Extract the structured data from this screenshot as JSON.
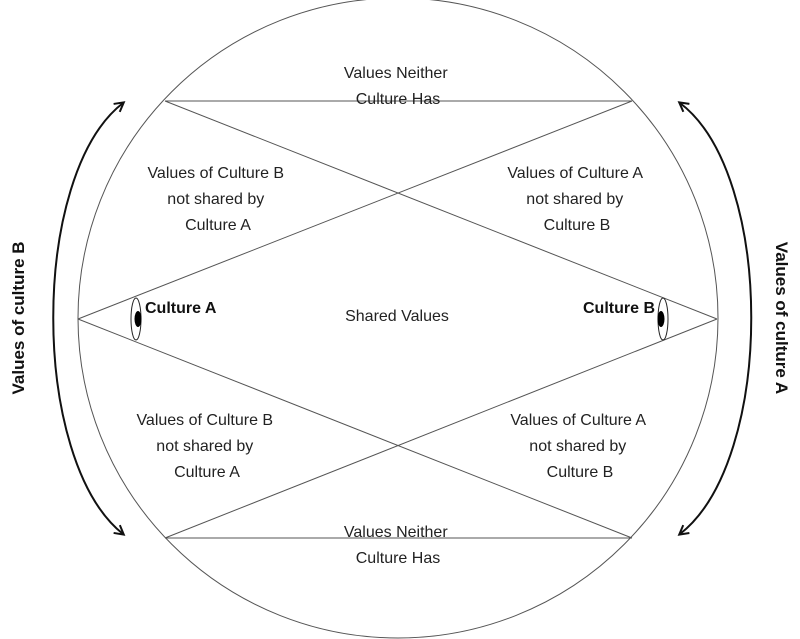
{
  "regions": {
    "top": [
      "Values Neither",
      "Culture Has"
    ],
    "upper_left": [
      "Values of Culture B",
      "not shared by",
      "Culture A"
    ],
    "upper_right": [
      "Values of Culture A",
      "not shared by",
      "Culture B"
    ],
    "center": "Shared Values",
    "lower_left": [
      "Values of Culture B",
      "not shared by",
      "Culture A"
    ],
    "lower_right": [
      "Values of Culture A",
      "not shared by",
      "Culture B"
    ],
    "bottom": [
      "Values Neither",
      "Culture Has"
    ]
  },
  "cultures": {
    "a": "Culture A",
    "b": "Culture B"
  },
  "side_labels": {
    "left": "Values of culture B",
    "right": "Values of culture A"
  }
}
